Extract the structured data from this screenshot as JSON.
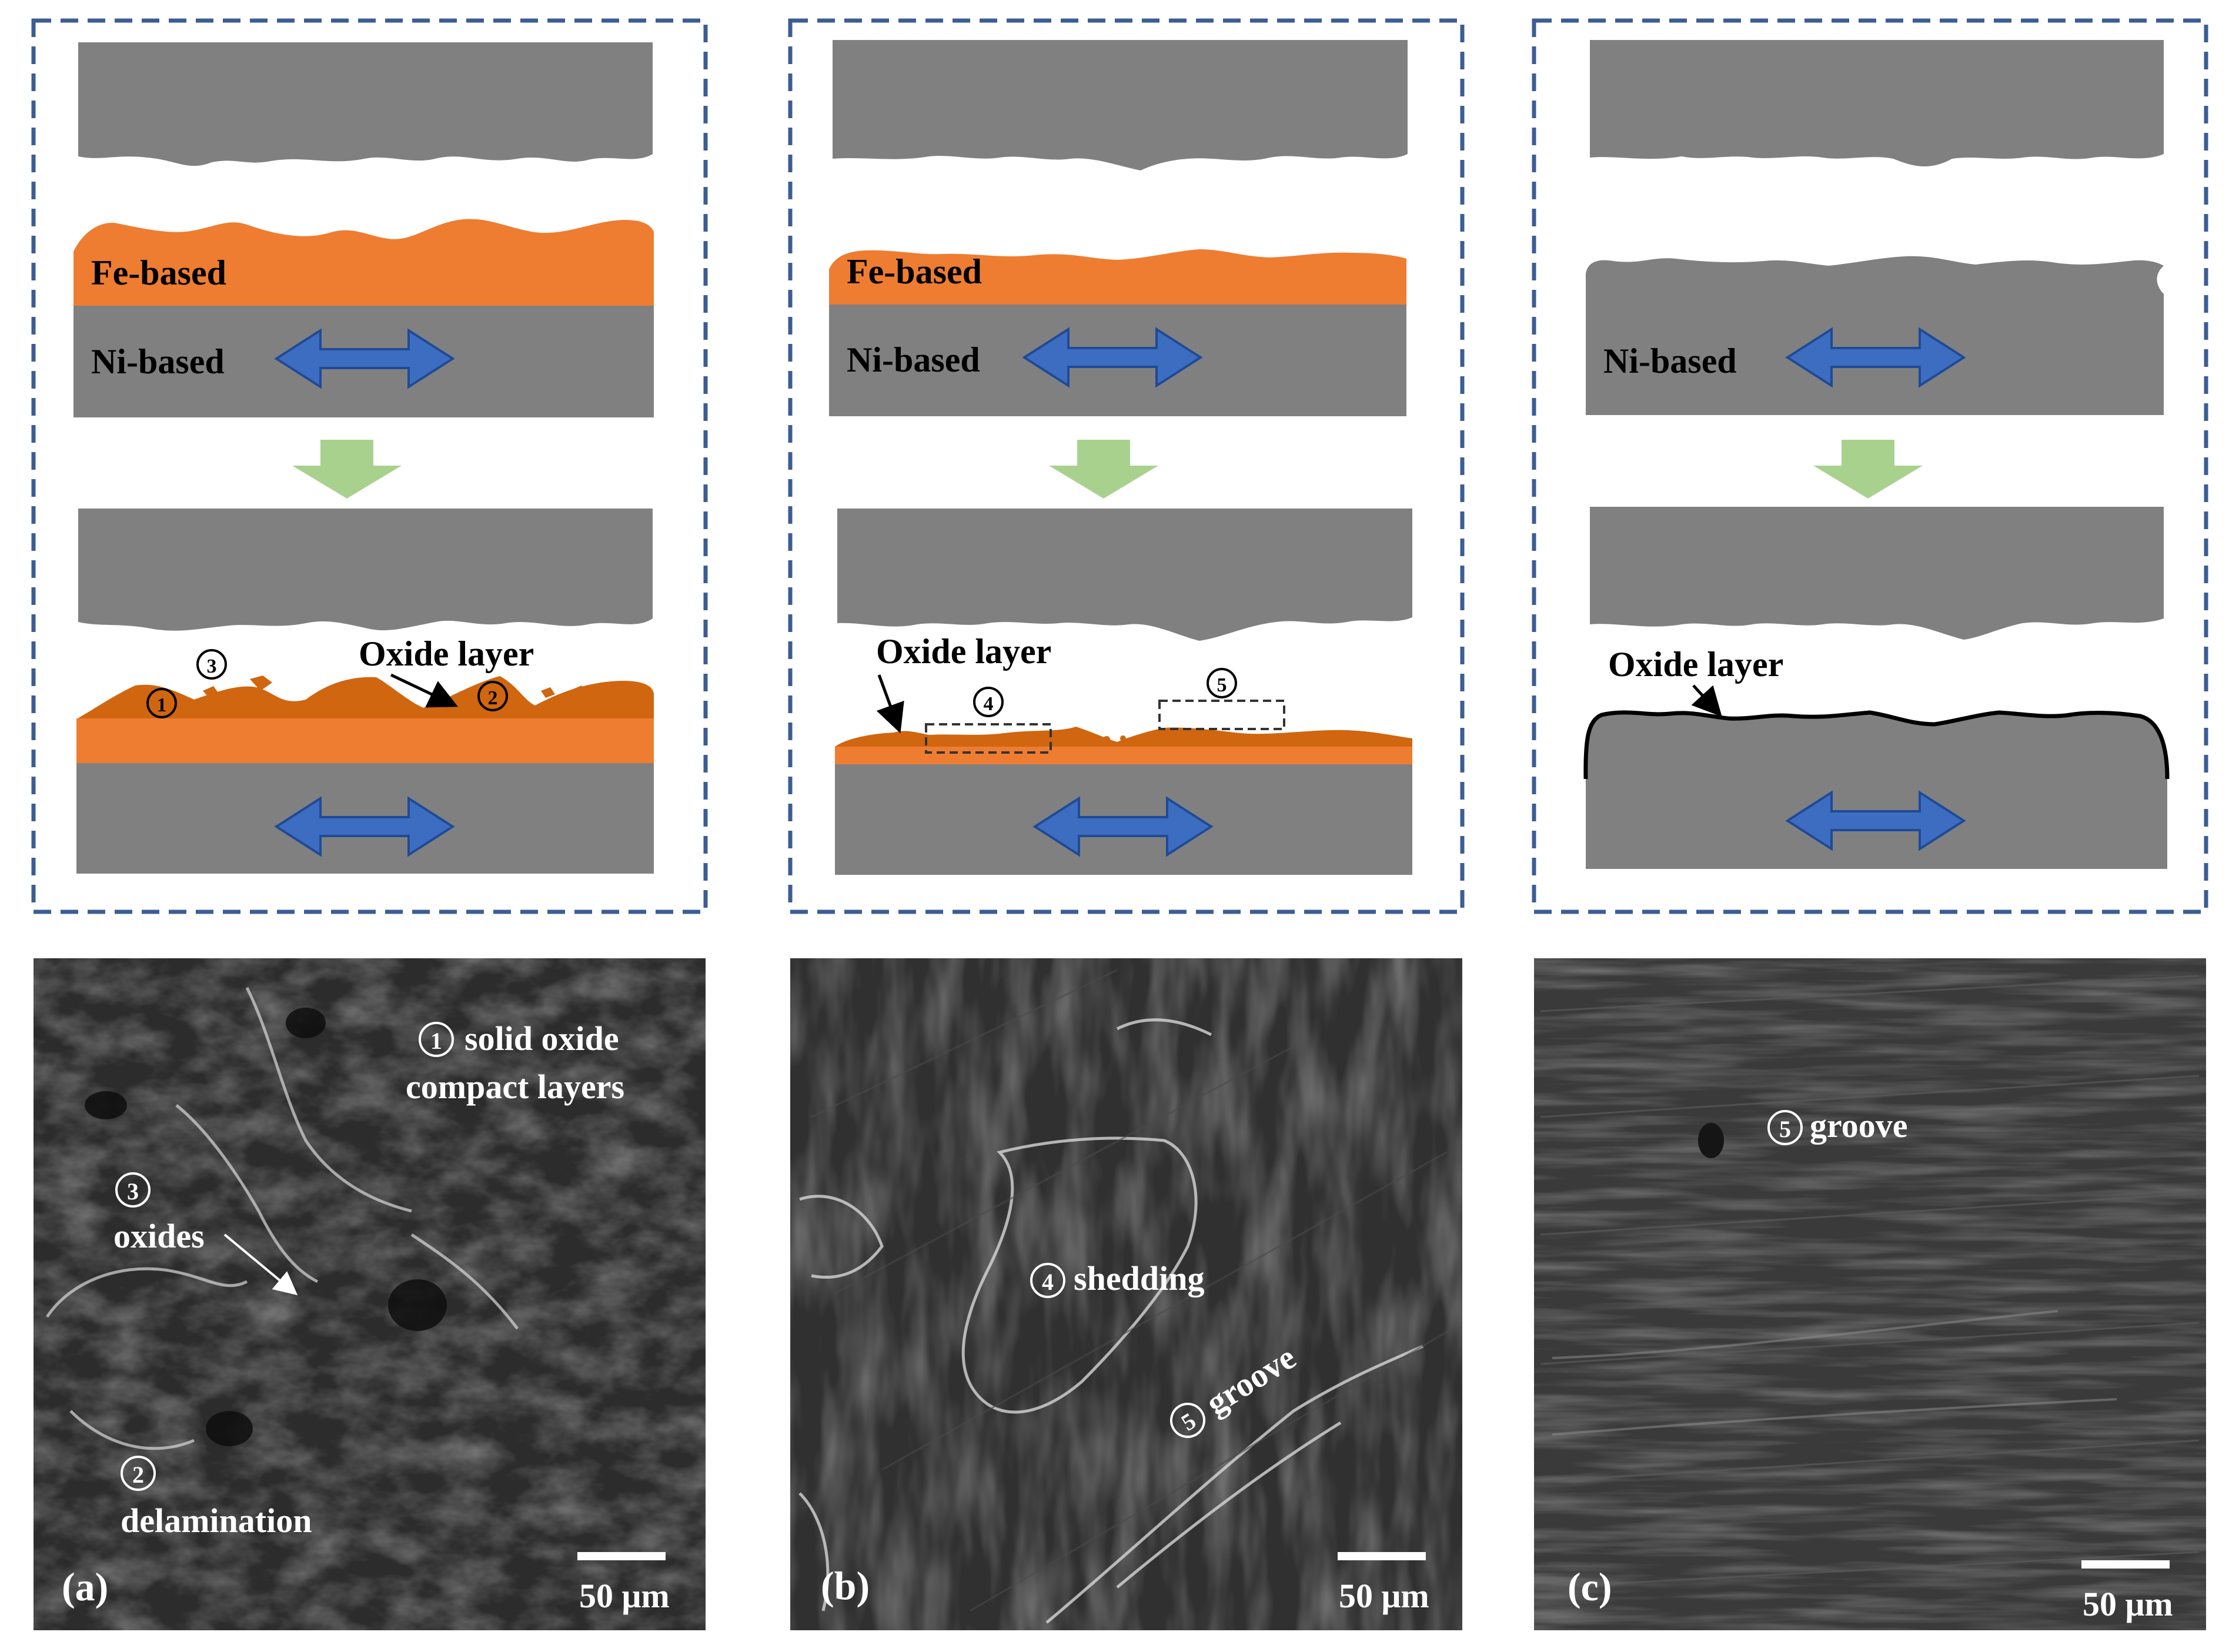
{
  "colors": {
    "frame": "#3c5d94",
    "gray": "#808080",
    "fe_orange": "#ee7d31",
    "oxide_orange": "#d0660f",
    "arrow_blue": "#3d6dc0",
    "arrow_blue_edge": "#1f4a96",
    "down_arrow_green": "#a9d18e"
  },
  "panels": [
    {
      "id": "a",
      "schematic": {
        "top_label": "Fe-based",
        "bottom_label": "Ni-based",
        "oxide_label": "Oxide layer",
        "markers": [
          "①",
          "②",
          "③"
        ]
      },
      "sem": {
        "panel_letter": "(a)",
        "scale": "50 μm",
        "annotations": [
          {
            "marker": "①",
            "text": "solid oxide"
          },
          {
            "marker": "",
            "text": "compact layers"
          },
          {
            "marker": "③",
            "text": ""
          },
          {
            "marker": "",
            "text": "oxides"
          },
          {
            "marker": "②",
            "text": ""
          },
          {
            "marker": "",
            "text": "delamination"
          }
        ]
      }
    },
    {
      "id": "b",
      "schematic": {
        "top_label": "Fe-based",
        "bottom_label": "Ni-based",
        "oxide_label": "Oxide layer",
        "markers": [
          "④",
          "⑤"
        ]
      },
      "sem": {
        "panel_letter": "(b)",
        "scale": "50 μm",
        "annotations": [
          {
            "marker": "④",
            "text": "shedding"
          },
          {
            "marker": "⑤",
            "text": "groove"
          }
        ]
      }
    },
    {
      "id": "c",
      "schematic": {
        "bottom_label": "Ni-based",
        "oxide_label": "Oxide layer"
      },
      "sem": {
        "panel_letter": "(c)",
        "scale": "50 μm",
        "annotations": [
          {
            "marker": "⑤",
            "text": "groove"
          }
        ]
      }
    }
  ]
}
